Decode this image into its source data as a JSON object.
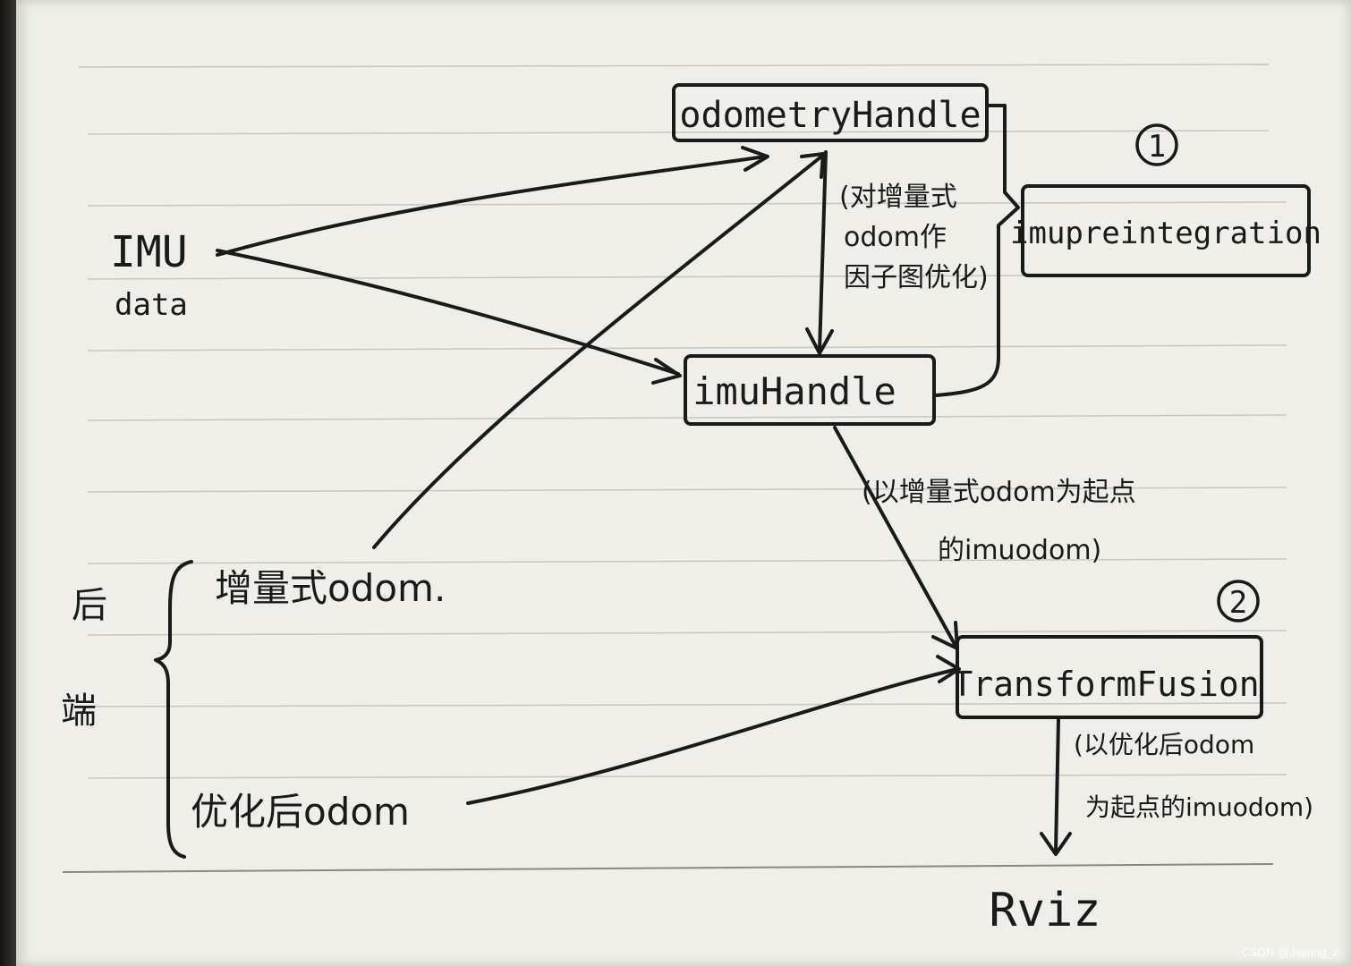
{
  "nodes": {
    "odometry_handle": "odometryHandle",
    "imu_preintegration": "imupreintegration",
    "imu_handle": "imuHandle",
    "transform_fusion": "TransformFusion",
    "rviz": "Rviz"
  },
  "inputs": {
    "imu": "IMU",
    "imu_sub": "data",
    "incremental_odom": "增量式odom.",
    "optimized_odom": "优化后odom",
    "backend_char1": "后",
    "backend_char2": "端"
  },
  "annotations": {
    "odom_to_imu_line1": "(对增量式",
    "odom_to_imu_line2": "odom作",
    "odom_to_imu_line3": "因子图优化)",
    "imu_to_fusion_line1": "(以增量式odom为起点",
    "imu_to_fusion_line2": "的imuodom)",
    "fusion_to_rviz_line1": "(以优化后odom",
    "fusion_to_rviz_line2": "为起点的imuodom)"
  },
  "markers": {
    "one": "1",
    "two": "2"
  },
  "watermark": "CSDN @Jiqiang_z"
}
